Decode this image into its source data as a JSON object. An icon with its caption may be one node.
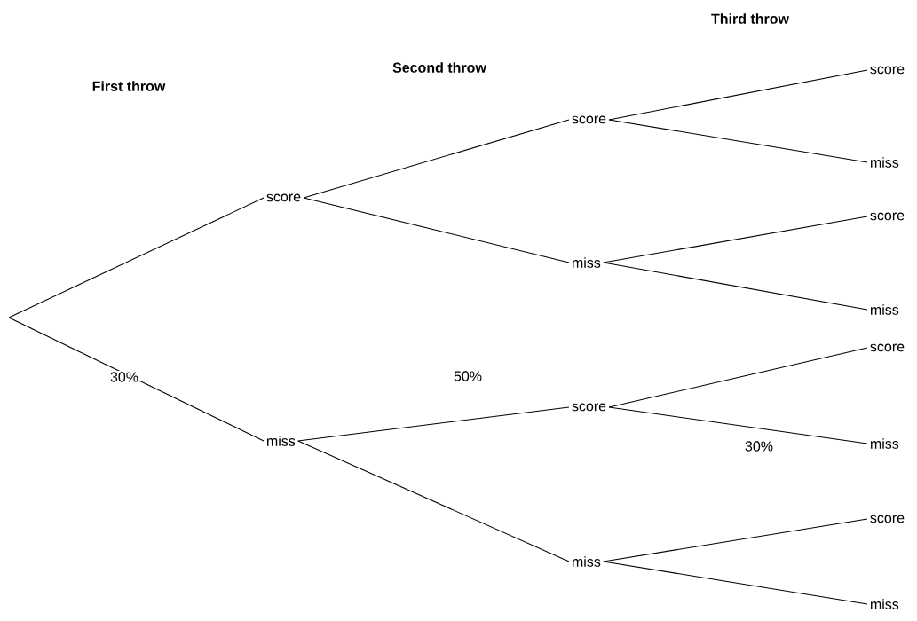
{
  "diagram": {
    "nodes": [
      {
        "text": [
          "score"
        ]
      },
      {
        "text": [
          "miss"
        ]
      },
      {
        "text": [
          "score"
        ]
      },
      {
        "text": [
          "miss"
        ]
      },
      {
        "text": [
          "score"
        ]
      },
      {
        "text": [
          "miss"
        ]
      },
      {
        "text": [
          "score"
        ]
      },
      {
        "text": [
          "miss"
        ]
      },
      {
        "text": [
          "score"
        ]
      },
      {
        "text": [
          "miss"
        ]
      },
      {
        "text": [
          "score"
        ]
      },
      {
        "text": [
          "miss"
        ]
      },
      {
        "text": [
          "score"
        ]
      },
      {
        "text": [
          "miss"
        ]
      }
    ],
    "edges": [
      {
        "from": null,
        "to": 0,
        "arrow": "none"
      },
      {
        "from": null,
        "to": 1,
        "arrow": "none",
        "label": "30%"
      },
      {
        "from": 0,
        "to": 2,
        "arrow": "none"
      },
      {
        "from": 0,
        "to": 3,
        "arrow": "none"
      },
      {
        "from": 1,
        "to": 4,
        "arrow": "none",
        "label": "50%"
      },
      {
        "from": 1,
        "to": 5,
        "arrow": "none"
      },
      {
        "from": 2,
        "to": 6,
        "arrow": "none"
      },
      {
        "from": 2,
        "to": 7,
        "arrow": "none"
      },
      {
        "from": 3,
        "to": 8,
        "arrow": "none"
      },
      {
        "from": 3,
        "to": 9,
        "arrow": "none"
      },
      {
        "from": 4,
        "to": 10,
        "arrow": "none"
      },
      {
        "from": 4,
        "to": 11,
        "arrow": "none",
        "label": "30%"
      },
      {
        "from": 5,
        "to": 12,
        "arrow": "none"
      },
      {
        "from": 5,
        "to": 13,
        "arrow": "none"
      }
    ],
    "labels": [
      "Third throw",
      "Second throw",
      "First throw"
    ]
  }
}
